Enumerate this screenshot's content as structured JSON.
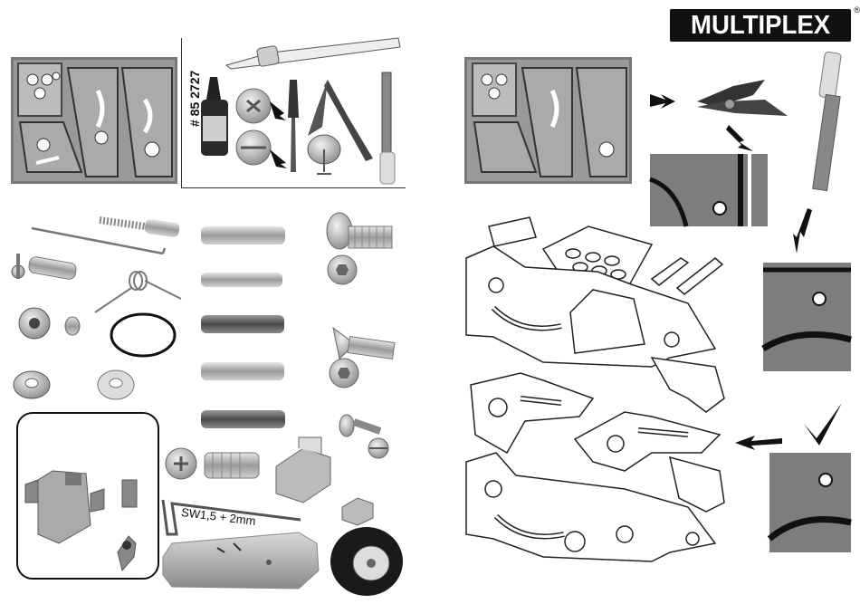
{
  "header": {
    "brand": "MULTIPLEX",
    "registered_mark": "®"
  },
  "tools": {
    "glue_part_number": "# 85 2727"
  },
  "parts": {
    "hex_key_label": "SW1,5 + 2mm"
  },
  "colors": {
    "ink": "#111111",
    "metal": "#b9b9b9",
    "metal_dark": "#6b6b6b",
    "photo_grey": "#8c8c8c"
  },
  "icons": [
    "check-mark-icon",
    "arrow-icon"
  ]
}
